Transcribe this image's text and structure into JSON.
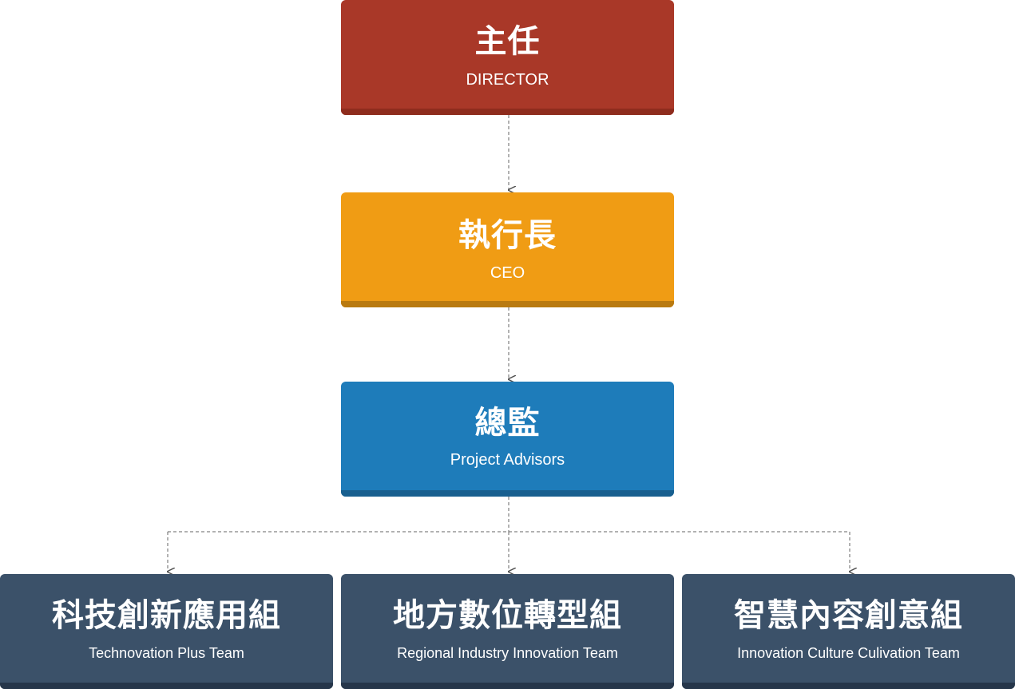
{
  "nodes": {
    "director": {
      "title": "主任",
      "subtitle": "DIRECTOR",
      "color": "#a93828",
      "shade": "#8e2c1d"
    },
    "ceo": {
      "title": "執行長",
      "subtitle": "CEO",
      "color": "#f09c14",
      "shade": "#b97a10"
    },
    "advisors": {
      "title": "總監",
      "subtitle": "Project Advisors",
      "color": "#1e7cba",
      "shade": "#185f8f"
    },
    "teams": [
      {
        "title": "科技創新應用組",
        "subtitle": "Technovation Plus Team"
      },
      {
        "title": "地方數位轉型組",
        "subtitle": "Regional Industry Innovation Team"
      },
      {
        "title": "智慧內容創意組",
        "subtitle": "Innovation Culture Culivation Team"
      }
    ],
    "team_color": "#3b5169",
    "team_shade": "#26364a"
  },
  "connector_color": "#666666"
}
